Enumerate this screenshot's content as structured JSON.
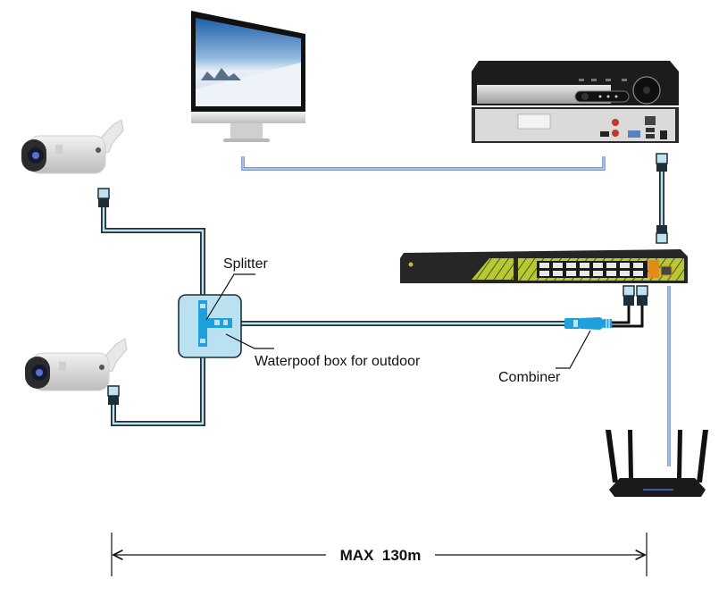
{
  "title": "PoE splitter/combiner CCTV network diagram",
  "labels": {
    "splitter": "Splitter",
    "waterproof_box": "Waterpoof box for outdoor",
    "combiner": "Combiner",
    "max_distance": "MAX  130m"
  },
  "devices": [
    {
      "id": "camera-top",
      "type": "bullet camera",
      "icon": "camera-icon"
    },
    {
      "id": "camera-bottom",
      "type": "bullet camera",
      "icon": "camera-icon"
    },
    {
      "id": "monitor",
      "type": "computer monitor",
      "icon": "monitor-icon"
    },
    {
      "id": "nvr",
      "type": "network video recorder",
      "icon": "nvr-icon"
    },
    {
      "id": "poe-switch",
      "type": "PoE switch",
      "icon": "switch-icon",
      "ports": 16
    },
    {
      "id": "router",
      "type": "wireless router",
      "icon": "router-icon",
      "antennas": 4
    }
  ],
  "connections": [
    {
      "from": "camera-top",
      "to": "splitter"
    },
    {
      "from": "camera-bottom",
      "to": "splitter"
    },
    {
      "from": "splitter",
      "to": "combiner"
    },
    {
      "from": "combiner",
      "to": "poe-switch"
    },
    {
      "from": "monitor",
      "to": "nvr"
    },
    {
      "from": "nvr",
      "to": "poe-switch"
    },
    {
      "from": "poe-switch",
      "to": "router"
    }
  ],
  "colors": {
    "cable_fill": "#bfe3ee",
    "cable_outline": "#1f2f3a",
    "monitor_link": "#4f7fc6",
    "connector_blue": "#1ea0dc",
    "box_fill": "#b9e1ef",
    "switch_body": "#2a2a2a",
    "switch_panel": "#b8c832"
  }
}
